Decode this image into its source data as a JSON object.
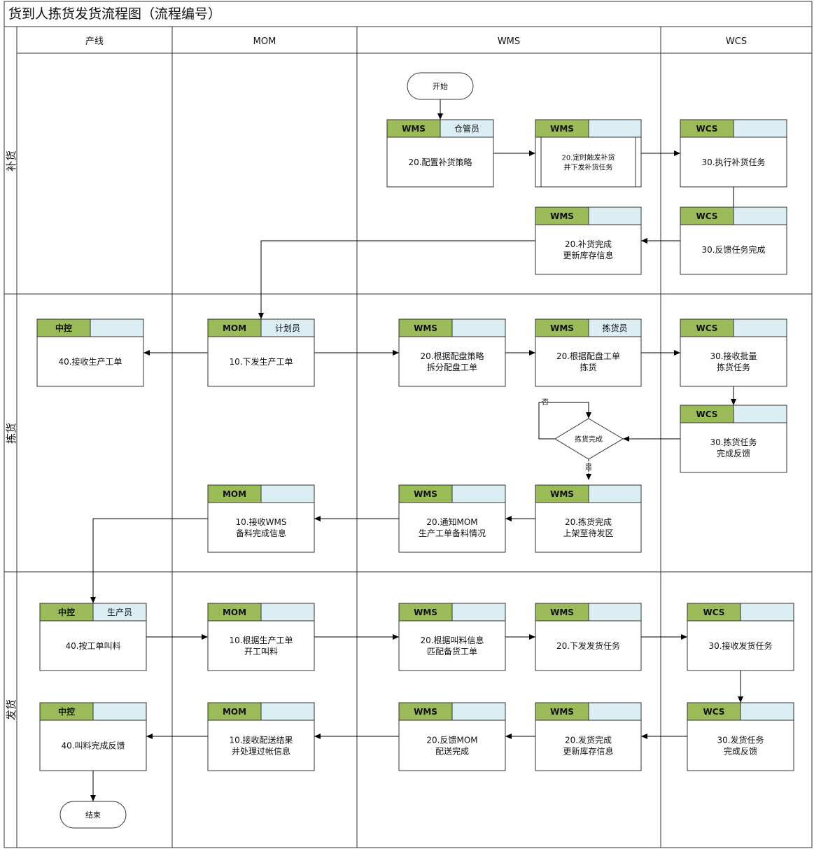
{
  "title": "货到人拣货发货流程图（流程编号）",
  "lanes": [
    {
      "key": "prod",
      "label": "产线"
    },
    {
      "key": "mom",
      "label": "MOM"
    },
    {
      "key": "wms",
      "label": "WMS"
    },
    {
      "key": "wcs",
      "label": "WCS"
    }
  ],
  "phases": [
    {
      "key": "replenish",
      "label": "补货"
    },
    {
      "key": "picking",
      "label": "拣货"
    },
    {
      "key": "shipping",
      "label": "发货"
    }
  ],
  "start_label": "开始",
  "end_label": "结束",
  "decision": {
    "label": "拣货完成",
    "yes_label": "是",
    "no_label": "否"
  },
  "colors": {
    "header_green": "#9bbb59",
    "header_blue": "#dbeef4",
    "stroke": "#333333"
  },
  "boxes": [
    {
      "id": "b1",
      "system": "WMS",
      "role": "仓管员",
      "lines": [
        "20.配置补货策略"
      ]
    },
    {
      "id": "b2",
      "system": "WMS",
      "role": "",
      "lines": [
        "20.定时触发补货",
        "并下发补货任务"
      ]
    },
    {
      "id": "b3",
      "system": "WCS",
      "role": "",
      "lines": [
        "30.执行补货任务"
      ]
    },
    {
      "id": "b4",
      "system": "WMS",
      "role": "",
      "lines": [
        "20.补货完成",
        "更新库存信息"
      ]
    },
    {
      "id": "b5",
      "system": "WCS",
      "role": "",
      "lines": [
        "30.反馈任务完成"
      ]
    },
    {
      "id": "b6",
      "system": "中控",
      "role": "",
      "lines": [
        "40.接收生产工单"
      ]
    },
    {
      "id": "b7",
      "system": "MOM",
      "role": "计划员",
      "lines": [
        "10.下发生产工单"
      ]
    },
    {
      "id": "b8",
      "system": "WMS",
      "role": "",
      "lines": [
        "20.根据配盘策略",
        "拆分配盘工单"
      ]
    },
    {
      "id": "b9",
      "system": "WMS",
      "role": "拣货员",
      "lines": [
        "20.根据配盘工单",
        "拣货"
      ]
    },
    {
      "id": "b10",
      "system": "WCS",
      "role": "",
      "lines": [
        "30.接收批量",
        "拣货任务"
      ]
    },
    {
      "id": "b11",
      "system": "WCS",
      "role": "",
      "lines": [
        "30.拣货任务",
        "完成反馈"
      ]
    },
    {
      "id": "b12",
      "system": "MOM",
      "role": "",
      "lines": [
        "10.接收WMS",
        "备料完成信息"
      ]
    },
    {
      "id": "b13",
      "system": "WMS",
      "role": "",
      "lines": [
        "20.通知MOM",
        "生产工单备料情况"
      ]
    },
    {
      "id": "b14",
      "system": "WMS",
      "role": "",
      "lines": [
        "20.拣货完成",
        "上架至待发区"
      ]
    },
    {
      "id": "b15",
      "system": "中控",
      "role": "生产员",
      "lines": [
        "40.按工单叫料"
      ]
    },
    {
      "id": "b16",
      "system": "MOM",
      "role": "",
      "lines": [
        "10.根据生产工单",
        "开工叫料"
      ]
    },
    {
      "id": "b17",
      "system": "WMS",
      "role": "",
      "lines": [
        "20.根据叫料信息",
        "匹配备货工单"
      ]
    },
    {
      "id": "b18",
      "system": "WMS",
      "role": "",
      "lines": [
        "20.下发发货任务"
      ]
    },
    {
      "id": "b19",
      "system": "WCS",
      "role": "",
      "lines": [
        "30.接收发货任务"
      ]
    },
    {
      "id": "b20",
      "system": "中控",
      "role": "",
      "lines": [
        "40.叫料完成反馈"
      ]
    },
    {
      "id": "b21",
      "system": "MOM",
      "role": "",
      "lines": [
        "10.接收配送结果",
        "并处理过帐信息"
      ]
    },
    {
      "id": "b22",
      "system": "WMS",
      "role": "",
      "lines": [
        "20.反馈MOM",
        "配送完成"
      ]
    },
    {
      "id": "b23",
      "system": "WMS",
      "role": "",
      "lines": [
        "20.发货完成",
        "更新库存信息"
      ]
    },
    {
      "id": "b24",
      "system": "WCS",
      "role": "",
      "lines": [
        "30.发货任务",
        "完成反馈"
      ]
    }
  ]
}
